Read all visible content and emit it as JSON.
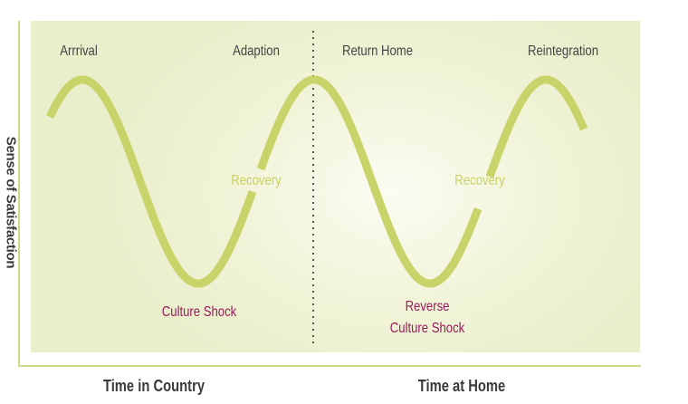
{
  "y_axis_label": "Sense of Satisfaction",
  "x_axis_labels": [
    "Time in Country",
    "Time at Home"
  ],
  "stages": {
    "arrival": "Arrrival",
    "adaption": "Adaption",
    "return_home": "Return Home",
    "reintegration": "Reintegration",
    "recovery_1": "Recovery",
    "recovery_2": "Recovery",
    "culture_shock": "Culture Shock",
    "reverse_culture_shock_line1": "Reverse",
    "reverse_culture_shock_line2": "Culture Shock"
  },
  "colors": {
    "curve": "#c8d46a",
    "stage_label": "#444444",
    "recovery_label": "#c6d162",
    "shock_label": "#961a5a",
    "axis": "#cfd98a"
  }
}
